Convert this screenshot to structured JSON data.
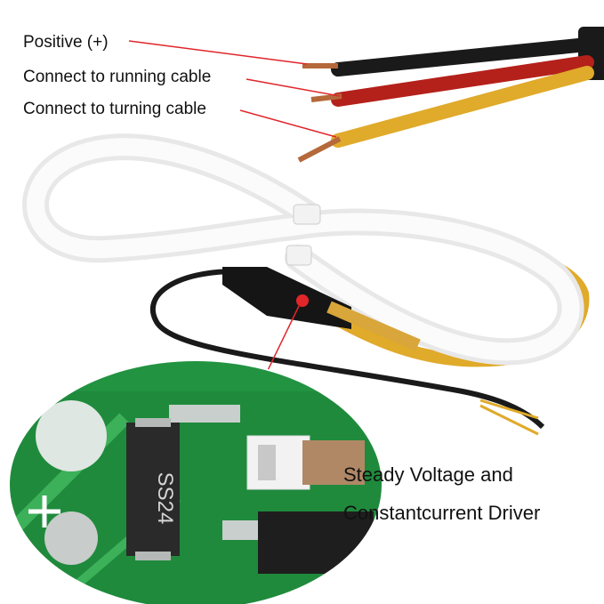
{
  "labels": {
    "positive": "Positive (+)",
    "running": "Connect to running cable",
    "turning": "Connect to turning cable"
  },
  "caption": {
    "line1": "Steady Voltage and",
    "line2": "Constantcurrent Driver"
  },
  "chip_marking": "SS24",
  "colors": {
    "pointer": "#e0262b",
    "wire_black": "#1a1a1a",
    "wire_red": "#b4211a",
    "wire_yellow": "#e0aa2a",
    "tube": "#f4f4f4",
    "pcb": "#1f8a3c"
  }
}
